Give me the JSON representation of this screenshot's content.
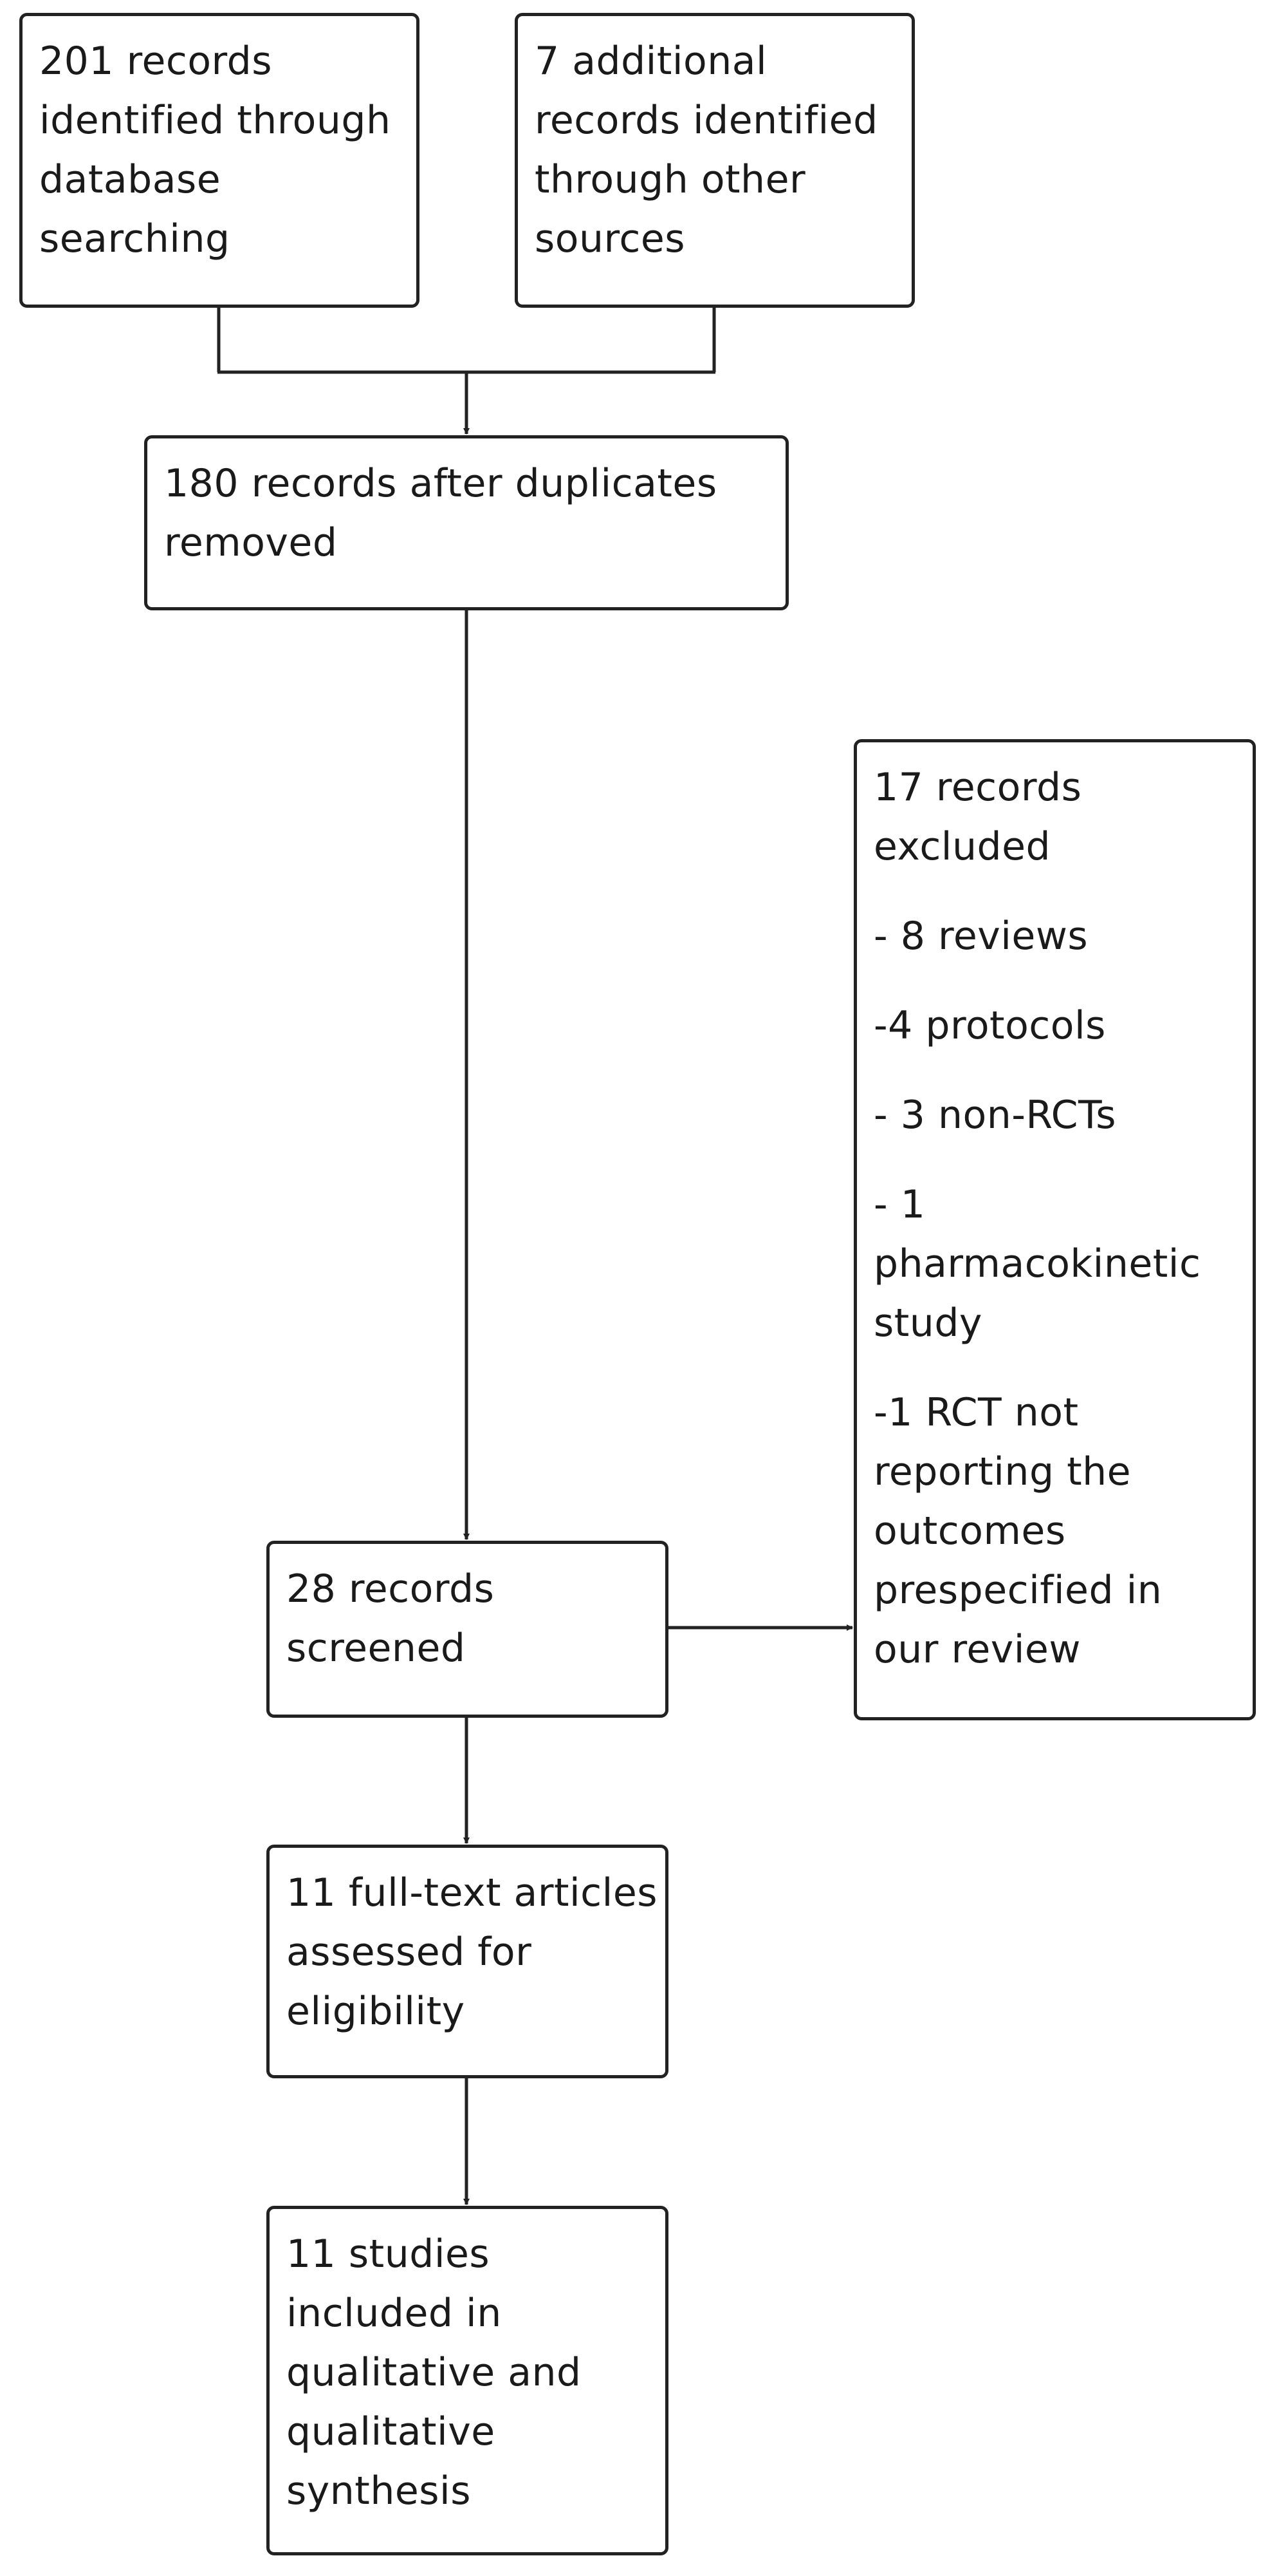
{
  "flowchart": {
    "boxes": {
      "db_search": {
        "lines": [
          "201 records",
          "identified through",
          "database",
          "searching"
        ]
      },
      "other_sources": {
        "lines": [
          "7 additional",
          "records identified",
          "through other",
          "sources"
        ]
      },
      "duplicates_removed": {
        "lines": [
          "180 records after duplicates",
          "removed"
        ]
      },
      "excluded": {
        "heading_lines": [
          "17 records",
          "excluded"
        ],
        "reason_8_reviews": "- 8 reviews",
        "reason_4_protocols": "-4 protocols",
        "reason_3_non_rcts": "- 3 non-RCTs",
        "reason_pharmacokinetic": [
          "- 1",
          "pharmacokinetic",
          "study"
        ],
        "reason_rct_outcomes": [
          "-1 RCT not",
          "reporting the",
          "outcomes",
          "prespecified in",
          "our review"
        ]
      },
      "screened": {
        "lines": [
          "28 records",
          "screened"
        ]
      },
      "full_text": {
        "lines": [
          "11 full-text articles",
          "assessed for",
          "eligibility"
        ]
      },
      "included": {
        "lines": [
          "11 studies",
          "included in",
          "qualitative and",
          "qualitative",
          "synthesis"
        ]
      }
    },
    "line_color": "#222222",
    "border_color": "#222222",
    "background": "#ffffff"
  }
}
